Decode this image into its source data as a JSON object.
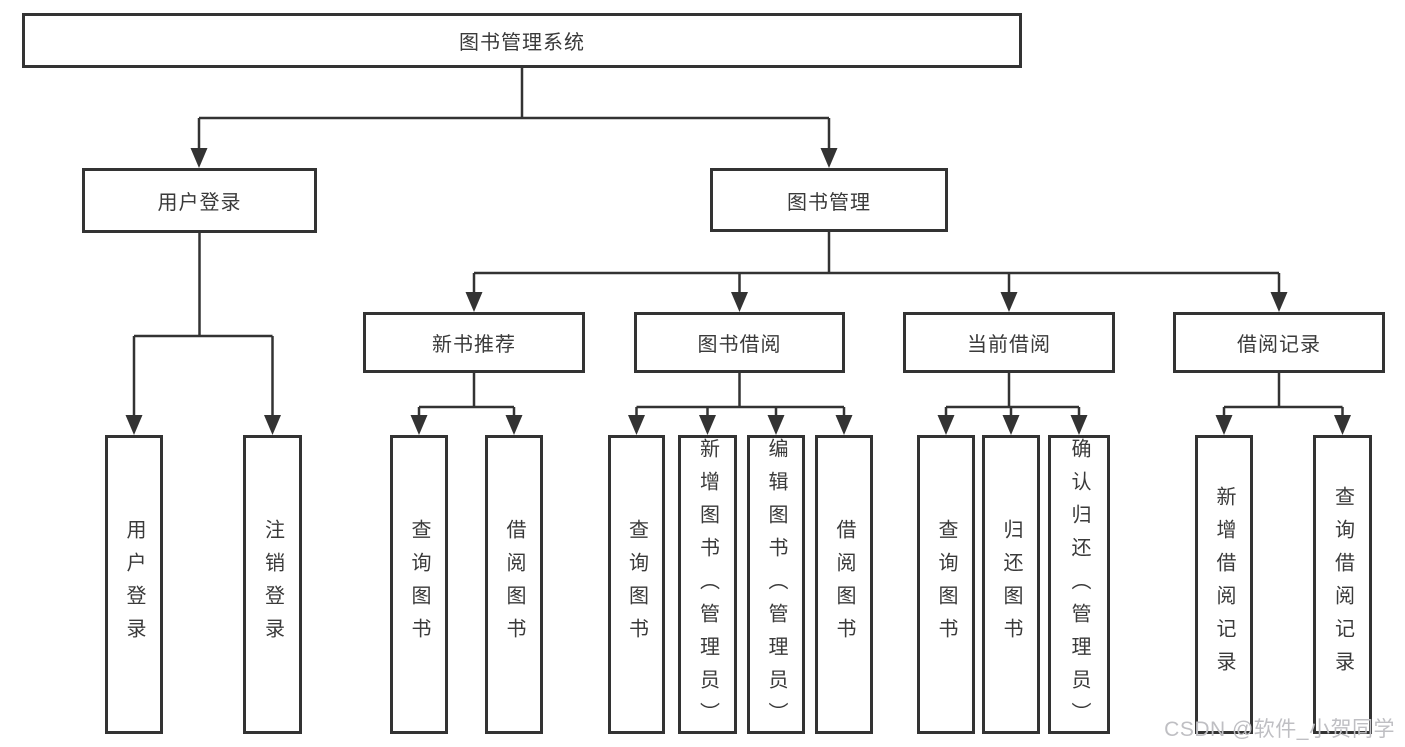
{
  "tree": {
    "root": {
      "label": "图书管理系统"
    },
    "branches": [
      {
        "label": "用户登录",
        "children": [
          "用户登录",
          "注销登录"
        ]
      },
      {
        "label": "图书管理",
        "groups": [
          {
            "label": "新书推荐",
            "children": [
              "查询图书",
              "借阅图书"
            ]
          },
          {
            "label": "图书借阅",
            "children": [
              "查询图书",
              "新增图书（管理员）",
              "编辑图书（管理员）",
              "借阅图书"
            ]
          },
          {
            "label": "当前借阅",
            "children": [
              "查询图书",
              "归还图书",
              "确认归还（管理员）"
            ]
          },
          {
            "label": "借阅记录",
            "children": [
              "新增借阅记录",
              "查询借阅记录"
            ]
          }
        ]
      }
    ]
  },
  "watermark": {
    "text": "CSDN @软件_小贺同学"
  },
  "colors": {
    "line": "#333333",
    "text": "#3a3a3a",
    "watermark": "#bfbfc3",
    "background": "#ffffff"
  }
}
